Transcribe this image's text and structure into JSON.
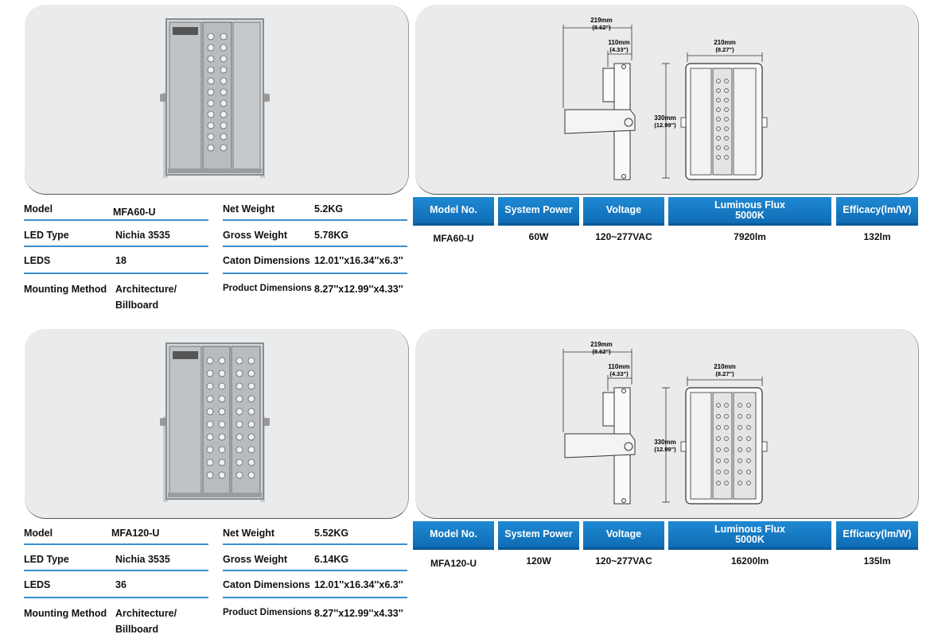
{
  "products": [
    {
      "specs": {
        "model_label": "Model",
        "model_value": "MFA60-U",
        "led_type_label": "LED Type",
        "led_type_value": "Nichia 3535",
        "leds_label": "LEDS",
        "leds_value": "18",
        "mounting_label": "Mounting Method",
        "mounting_value_1": "Architecture/",
        "mounting_value_2": "Billboard",
        "net_weight_label": "Net Weight",
        "net_weight_value": "5.2KG",
        "gross_weight_label": "Gross Weight",
        "gross_weight_value": "5.78KG",
        "caton_label": "Caton Dimensions",
        "caton_value": "12.01''x16.34''x6.3''",
        "product_dim_label": "Product Dimensions",
        "product_dim_value": "8.27''x12.99''x4.33''"
      },
      "table": {
        "headers": {
          "model": "Model No.",
          "power": "System Power",
          "voltage": "Voltage",
          "flux_1": "Luminous Flux",
          "flux_2": "5000K",
          "efficacy": "Efficacy(lm/W)"
        },
        "row": {
          "model": "MFA60-U",
          "power": "60W",
          "voltage": "120~277VAC",
          "flux": "7920lm",
          "efficacy": "132lm"
        }
      },
      "drawing": {
        "depth": "219mm",
        "depth_in": "(8.62\")",
        "bracket": "110mm",
        "bracket_in": "(4.33\")",
        "width": "210mm",
        "width_in": "(8.27\")",
        "height": "330mm",
        "height_in": "(12.99\")"
      }
    },
    {
      "specs": {
        "model_label": "Model",
        "model_value": "MFA120-U",
        "led_type_label": "LED Type",
        "led_type_value": "Nichia 3535",
        "leds_label": "LEDS",
        "leds_value": "36",
        "mounting_label": "Mounting Method",
        "mounting_value_1": "Architecture/",
        "mounting_value_2": "Billboard",
        "net_weight_label": "Net Weight",
        "net_weight_value": "5.52KG",
        "gross_weight_label": "Gross Weight",
        "gross_weight_value": "6.14KG",
        "caton_label": "Caton Dimensions",
        "caton_value": "12.01''x16.34''x6.3''",
        "product_dim_label": "Product Dimensions",
        "product_dim_value": "8.27''x12.99''x4.33''"
      },
      "table": {
        "headers": {
          "model": "Model No.",
          "power": "System Power",
          "voltage": "Voltage",
          "flux_1": "Luminous Flux",
          "flux_2": "5000K",
          "efficacy": "Efficacy(lm/W)"
        },
        "row": {
          "model": "MFA120-U",
          "power": "120W",
          "voltage": "120~277VAC",
          "flux": "16200lm",
          "efficacy": "135lm"
        }
      },
      "drawing": {
        "depth": "219mm",
        "depth_in": "(8.62\")",
        "bracket": "110mm",
        "bracket_in": "(4.33\")",
        "width": "210mm",
        "width_in": "(8.27\")",
        "height": "330mm",
        "height_in": "(12.99\")"
      }
    }
  ]
}
